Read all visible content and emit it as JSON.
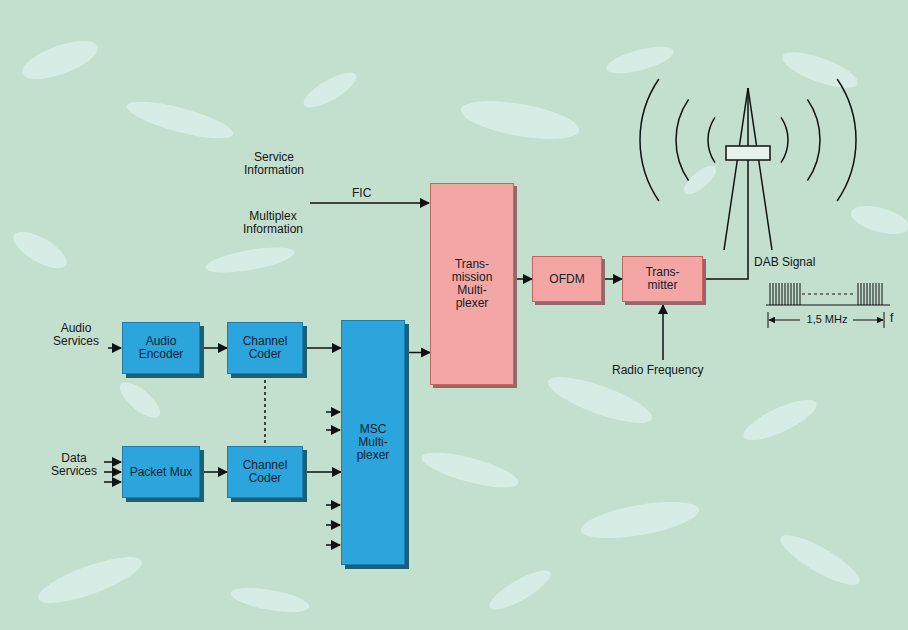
{
  "diagram": {
    "nodes": [
      {
        "text": [
          "Audio Encoder"
        ]
      },
      {
        "text": [
          "Channel Coder"
        ]
      },
      {
        "text": [
          "Packet Mux"
        ]
      },
      {
        "text": [
          "Channel Coder"
        ]
      },
      {
        "text": [
          "MSC Multi- plexer"
        ]
      },
      {
        "text": [
          "Trans- mission Multi- plexer"
        ]
      },
      {
        "text": [
          "OFDM"
        ]
      },
      {
        "text": [
          "Trans- mitter"
        ]
      }
    ],
    "edges": [
      {
        "from": 0,
        "to": 1,
        "arrow": "to"
      },
      {
        "from": 1,
        "to": 4,
        "arrow": "to"
      },
      {
        "from": 2,
        "to": 3,
        "arrow": "to"
      },
      {
        "from": 3,
        "to": 4,
        "arrow": "to"
      },
      {
        "from": 1,
        "to": 3,
        "arrow": "none"
      },
      {
        "from": 4,
        "to": 5,
        "arrow": "to"
      },
      {
        "from": 5,
        "to": 6,
        "arrow": "to"
      },
      {
        "from": 6,
        "to": 7,
        "arrow": "to"
      }
    ],
    "labels": [
      "Service Information",
      "Multiplex Information",
      "FIC",
      "Audio Services",
      "Data Services",
      "Radio Frequency",
      "DAB Signal",
      "1,5 MHz",
      "f"
    ]
  }
}
